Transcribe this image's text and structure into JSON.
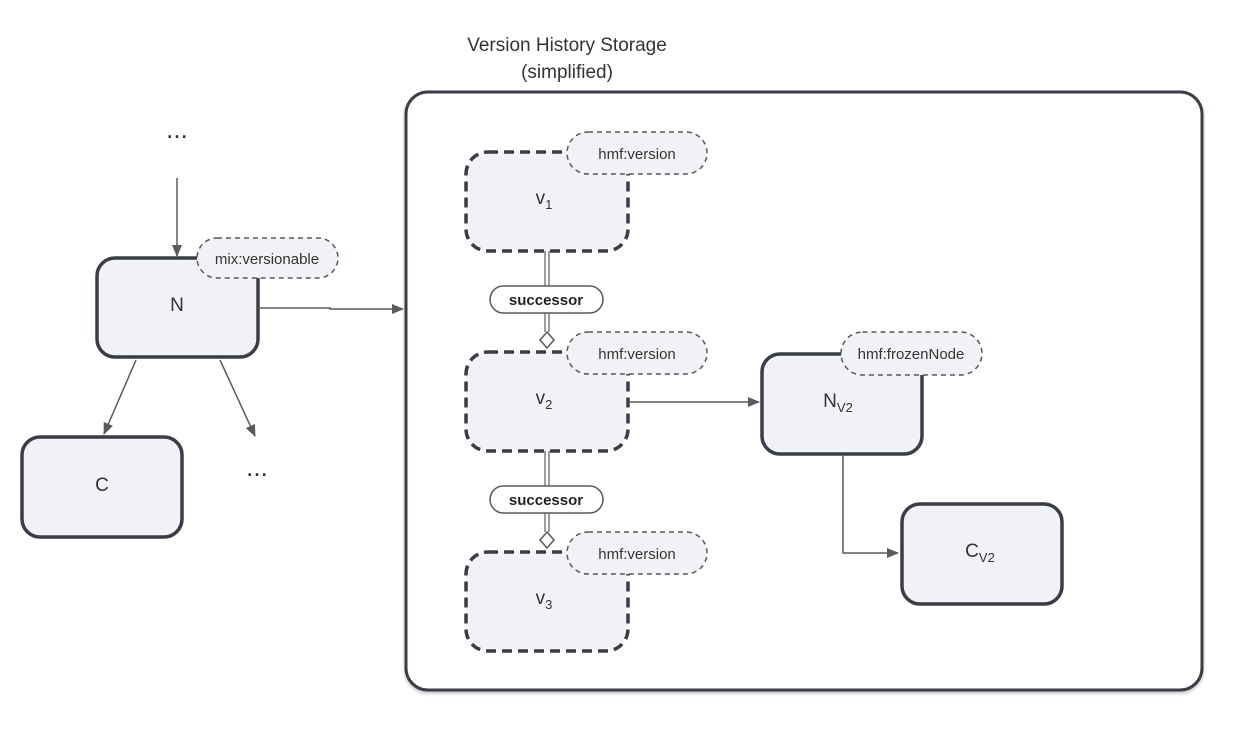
{
  "title": {
    "line1": "Version History Storage",
    "line2": "(simplified)"
  },
  "nodes": {
    "n": {
      "label": "N",
      "tag": "mix:versionable"
    },
    "c": {
      "label": "C"
    },
    "v1": {
      "base": "v",
      "sub": "1",
      "tag": "hmf:version"
    },
    "v2": {
      "base": "v",
      "sub": "2",
      "tag": "hmf:version"
    },
    "v3": {
      "base": "v",
      "sub": "3",
      "tag": "hmf:version"
    },
    "nv2": {
      "base": "N",
      "sub": "V2",
      "tag": "hmf:frozenNode"
    },
    "cv2": {
      "base": "C",
      "sub": "V2"
    }
  },
  "edges": {
    "successor1": "successor",
    "successor2": "successor"
  },
  "ellipsis": {
    "top": "...",
    "bottom": "..."
  },
  "colors": {
    "node_fill": "#f1f2f5",
    "stroke": "#3a3d46",
    "arrow": "#5a5a5a"
  }
}
